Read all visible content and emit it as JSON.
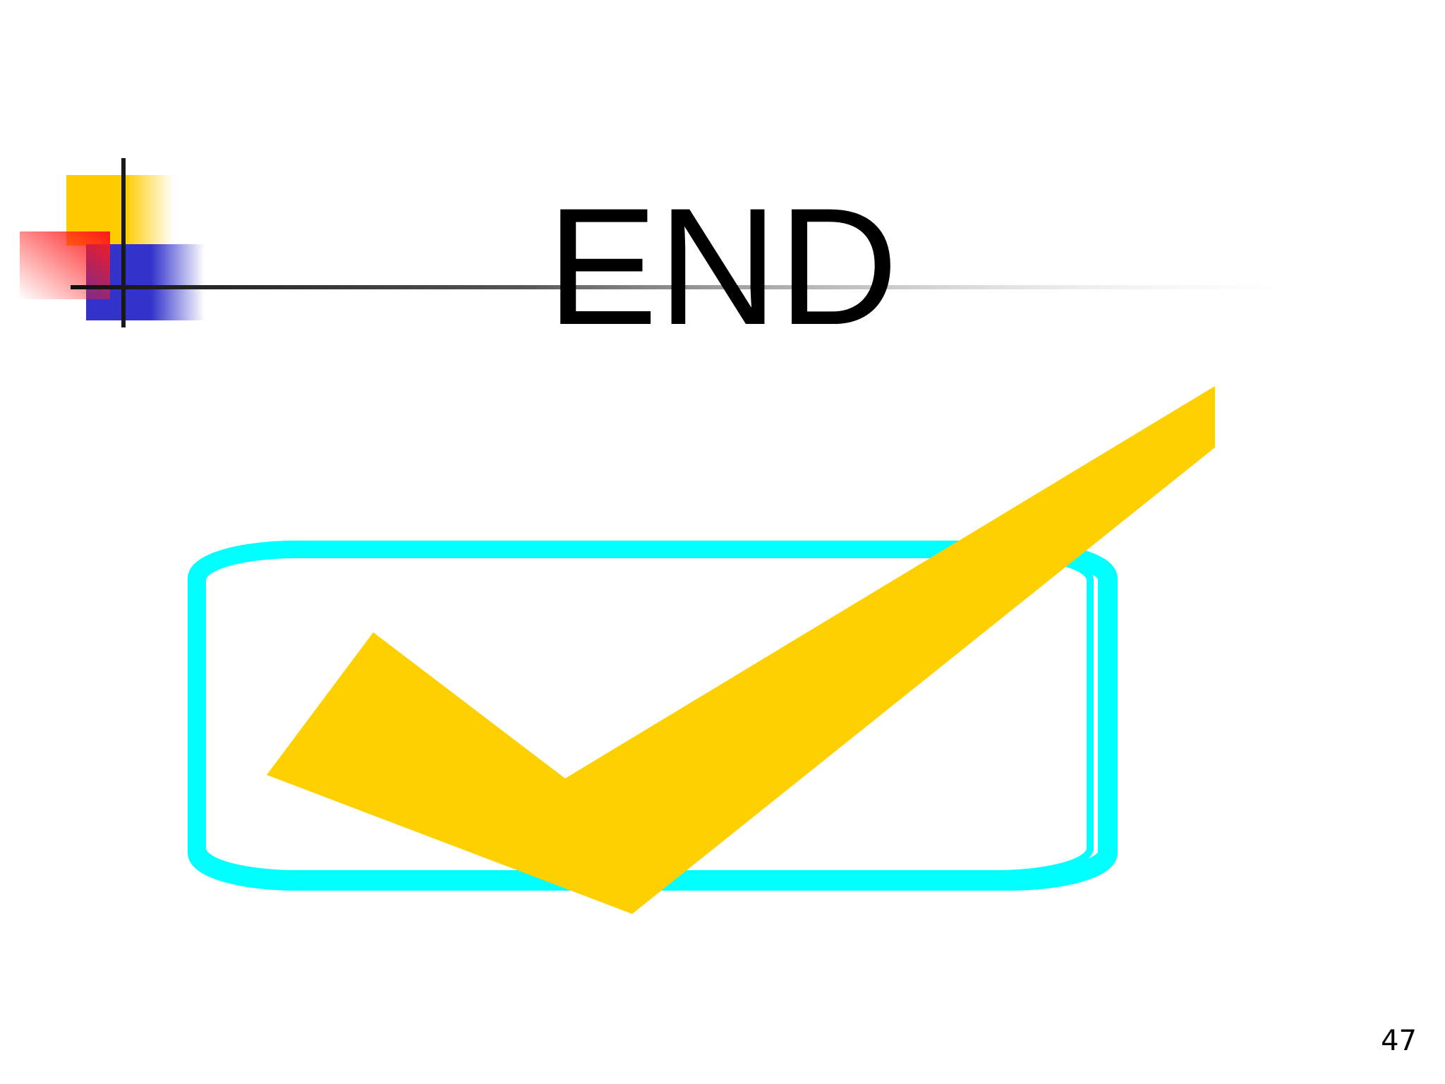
{
  "slide": {
    "title": "END",
    "page_number": "47"
  },
  "colors": {
    "yellow_square": "#ffcc00",
    "red_square": "#ff2a2a",
    "blue_square": "#3333cc",
    "rule_line": "#1a1a1a",
    "check_mark": "#ffd000",
    "box_outline": "#00ffff"
  },
  "icons": {
    "corner_decoration": "color-squares-crosshair",
    "check_graphic": "checkmark-in-box"
  }
}
